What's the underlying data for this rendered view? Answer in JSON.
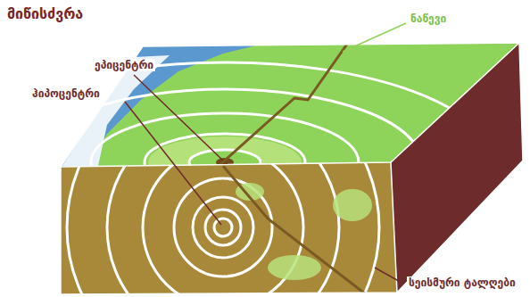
{
  "diagram": {
    "title": "მიწისძვრა",
    "labels": [
      "ნაწევი",
      "ეპიცენტრი",
      "ჰიპოცენტრი",
      "სეისმური ტალღები"
    ]
  }
}
